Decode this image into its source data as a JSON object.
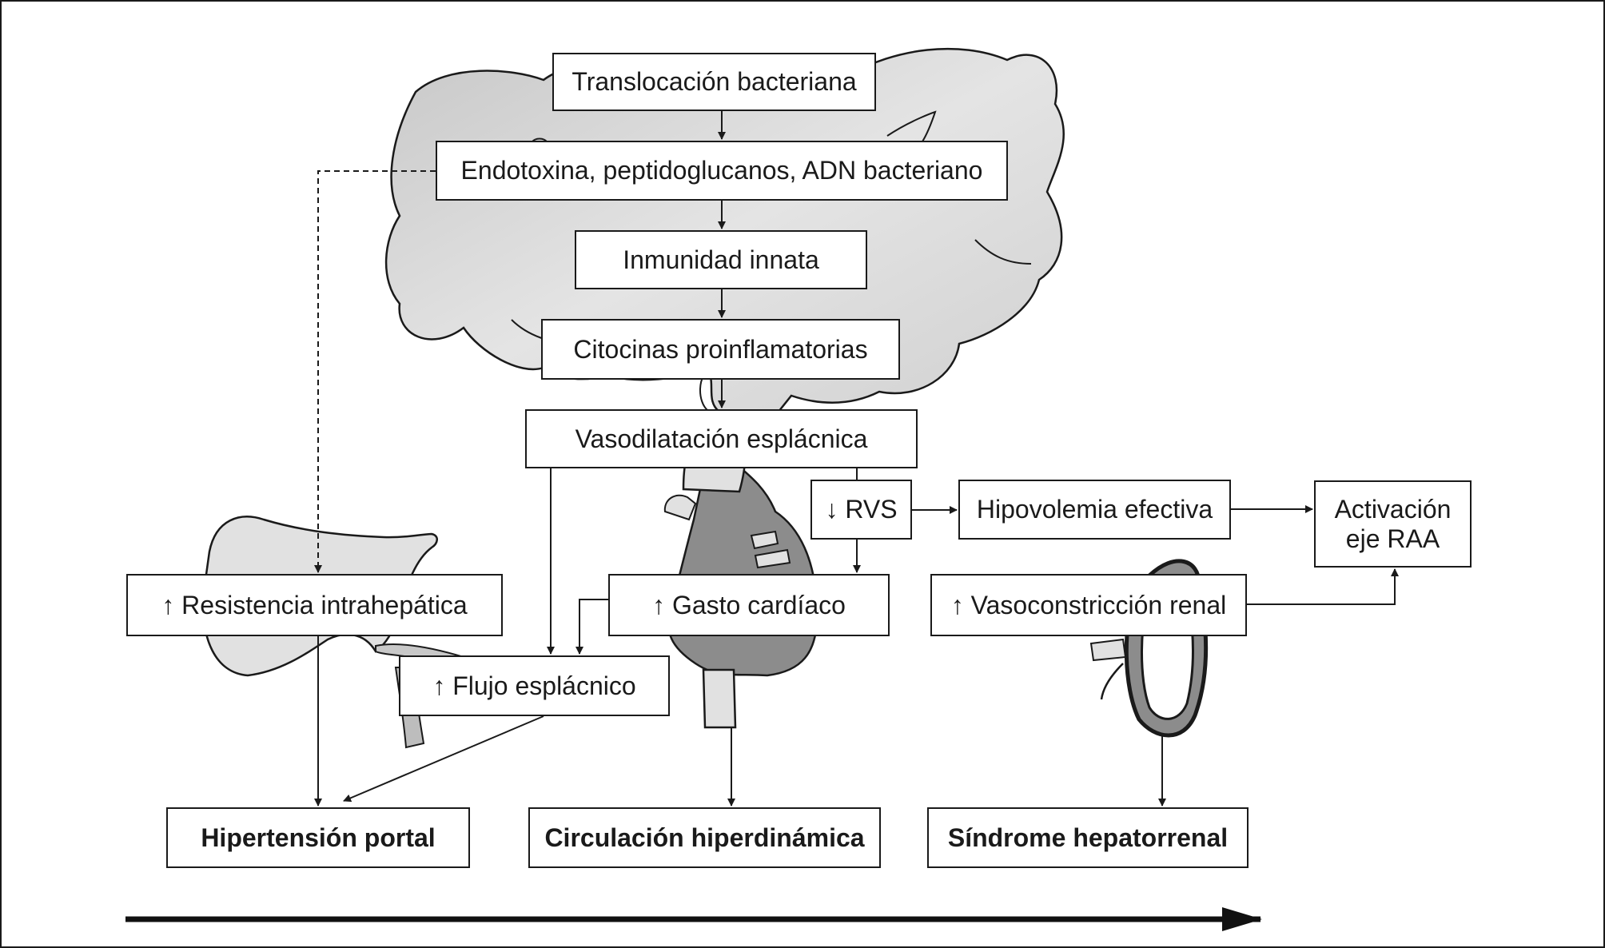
{
  "nodes": {
    "translocacion": "Translocación bacteriana",
    "endotoxina": "Endotoxina, peptidoglucanos, ADN bacteriano",
    "inmunidad": "Inmunidad innata",
    "citocinas": "Citocinas proinflamatorias",
    "vasodilatacion": "Vasodilatación esplácnica",
    "rvs": "↓ RVS",
    "hipovolemia": "Hipovolemia efectiva",
    "activacion": "Activación\neje RAA",
    "resistencia": "↑ Resistencia intrahepática",
    "gasto": "↑ Gasto cardíaco",
    "vasoconstriccion": "↑ Vasoconstricción renal",
    "flujo": "↑ Flujo esplácnico",
    "hipertension": "Hipertensión portal",
    "circulacion": "Circulación hiperdinámica",
    "sindrome": "Síndrome hepatorrenal"
  },
  "illustrations": [
    "intestine",
    "liver",
    "heart",
    "kidney"
  ],
  "colors": {
    "organ_light": "#d9d9d9",
    "organ_dark": "#8c8c8c",
    "line": "#1a1a1a"
  }
}
